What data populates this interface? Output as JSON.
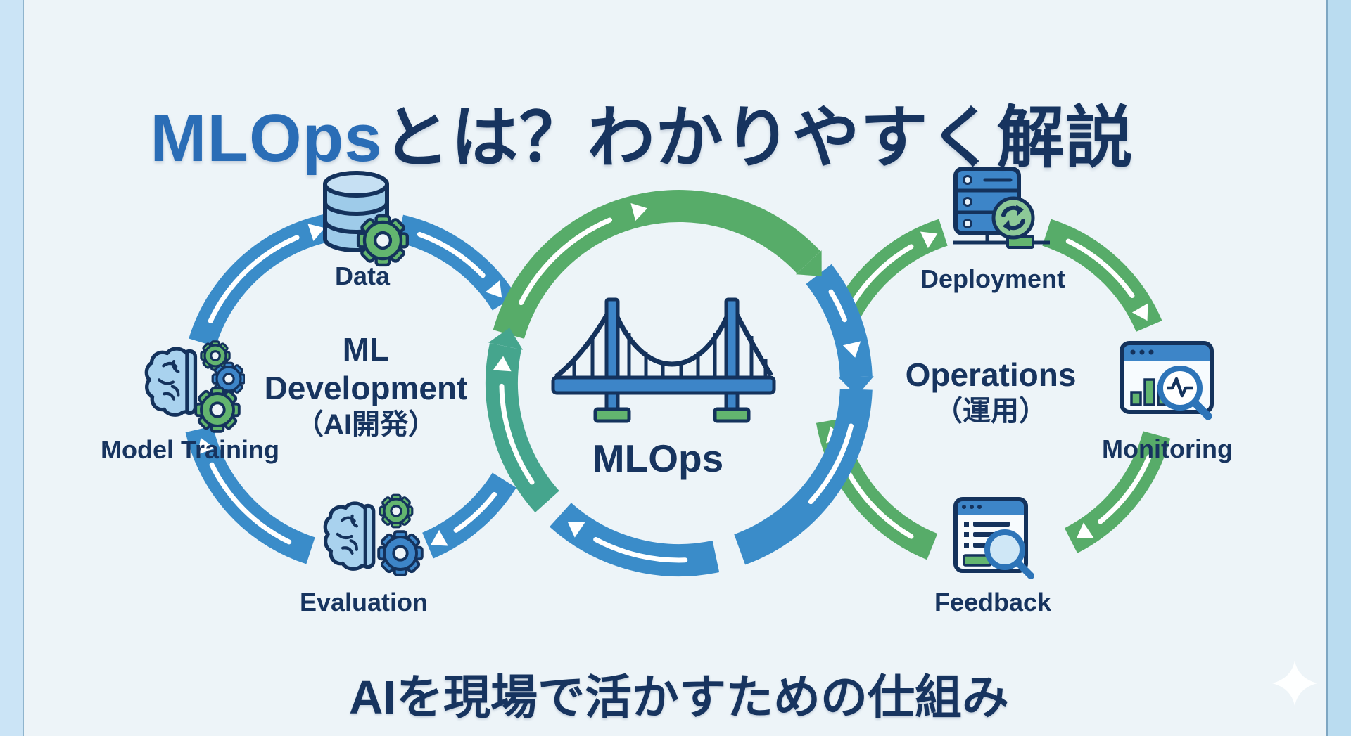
{
  "title": {
    "brand": "MLOps",
    "rest": "とは？わかりやすく解説"
  },
  "left_cycle": {
    "heading": [
      "ML",
      "Development",
      "（AI開発）"
    ],
    "nodes": [
      {
        "label": "Data",
        "icon": "database-gear-icon"
      },
      {
        "label": "Model Training",
        "icon": "brain-gears-icon"
      },
      {
        "label": "Evaluation",
        "icon": "brain-gears-icon"
      }
    ]
  },
  "center_cycle": {
    "label": "MLOps",
    "icon": "suspension-bridge-icon"
  },
  "right_cycle": {
    "heading": [
      "Operations",
      "（運用）"
    ],
    "nodes": [
      {
        "label": "Deployment",
        "icon": "server-sync-icon"
      },
      {
        "label": "Monitoring",
        "icon": "dashboard-search-icon"
      },
      {
        "label": "Feedback",
        "icon": "report-search-icon"
      }
    ]
  },
  "footer": {
    "tagline": "AIを現場で活かすための仕組み"
  },
  "decorations": [
    {
      "icon": "sparkle-icon"
    }
  ],
  "colors": {
    "background": "#edf4f8",
    "edge_left": "#cbe4f6",
    "edge_right": "#badcf0",
    "text_navy": "#17345f",
    "title_blue": "#2a6db6",
    "arc_blue": "#3a8cc9",
    "arc_green": "#57ac69",
    "arc_teal": "#45a58d",
    "icon_blue": "#3d85c8",
    "icon_green": "#63b56f",
    "outline_navy": "#14325c",
    "arrow_white": "#ffffff"
  }
}
